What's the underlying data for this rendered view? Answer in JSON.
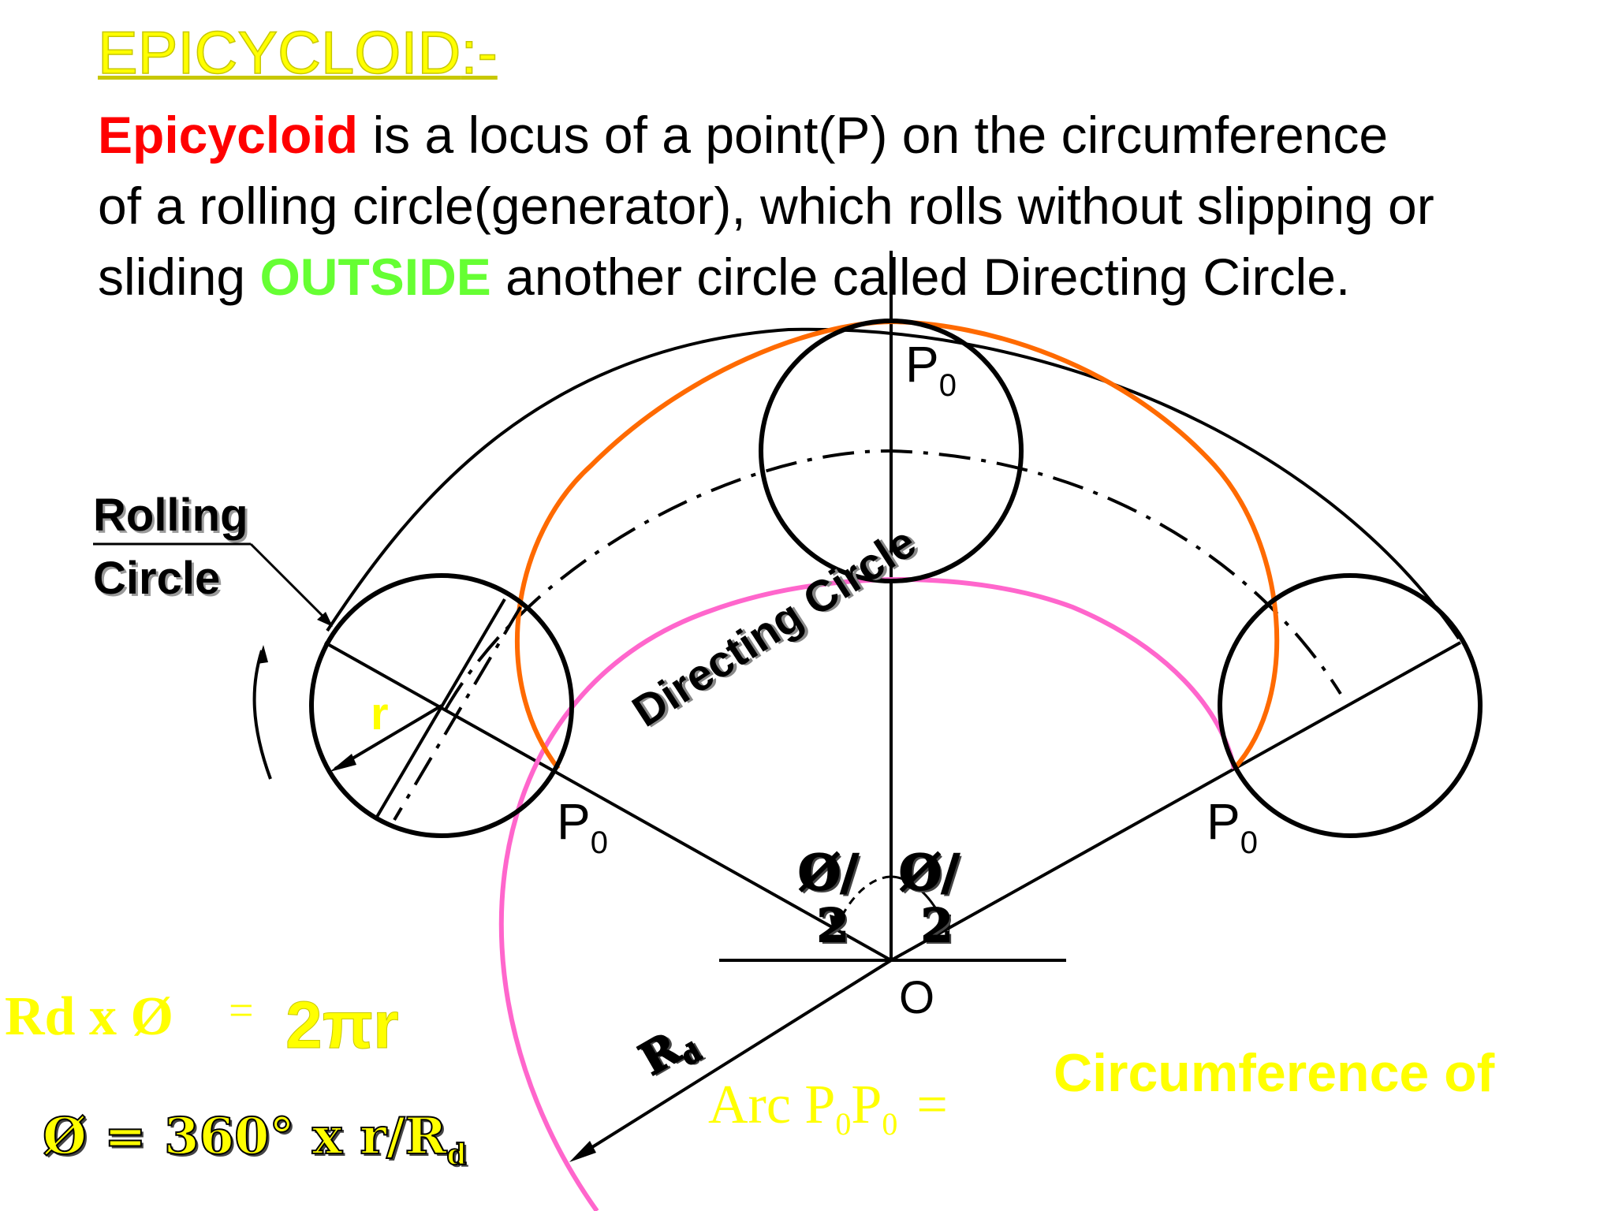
{
  "heading": {
    "title": "EPICYCLOID",
    "suffix": ":-"
  },
  "definition": {
    "term": "Epicycloid",
    "line1_rest": " is a locus of a point(P) on the circumference",
    "line2": "of a rolling circle(generator), which rolls without slipping or",
    "line3_pre": "sliding ",
    "outside_word": "OUTSIDE",
    "line3_post": " another circle called Directing Circle."
  },
  "labels": {
    "rolling": "Rolling",
    "circle": "Circle",
    "r": "r",
    "directing_circle": "Directing Circle",
    "p": "P",
    "p_sub": "0",
    "origin": "O",
    "theta_half": "Ø/",
    "theta_half_den": "2",
    "rd_main": "R",
    "rd_sub": "d"
  },
  "formulas": {
    "rd_x_theta": "Rd x Ø",
    "equals": "=",
    "two_pi_r": "2πr",
    "theta_eq": "Ø = 360° x r/R",
    "theta_eq_sub": "d",
    "arc": "Arc P",
    "arc_sub1": "0",
    "arc_p": "P",
    "arc_sub2": "0",
    "arc_eq": "=",
    "circumference_of": "Circumference of"
  },
  "colors": {
    "heading": "#ffff00",
    "term": "#ff0000",
    "outside": "#66ff33",
    "epicycloid_curve": "#ff6a00",
    "directing_circle": "#ff66cc",
    "formula": "#ffff00"
  }
}
